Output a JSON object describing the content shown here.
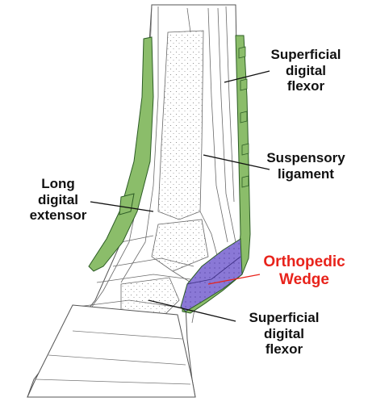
{
  "labels": {
    "superficial_flexor_top": [
      "Superficial",
      "digital",
      "flexor"
    ],
    "suspensory_ligament": [
      "Suspensory",
      "ligament"
    ],
    "long_digital_extensor": [
      "Long",
      "digital",
      "extensor"
    ],
    "orthopedic_wedge": [
      "Orthopedic",
      "Wedge"
    ],
    "superficial_flexor_bottom": [
      "Superficial",
      "digital",
      "flexor"
    ]
  },
  "colors": {
    "bandage_fill": "#8bbd6a",
    "bandage_stroke": "#2c5c25",
    "wedge_fill": "#8a78d6",
    "wedge_label": "#e8231b",
    "leader_line": "#111111",
    "outline": "#555555"
  }
}
